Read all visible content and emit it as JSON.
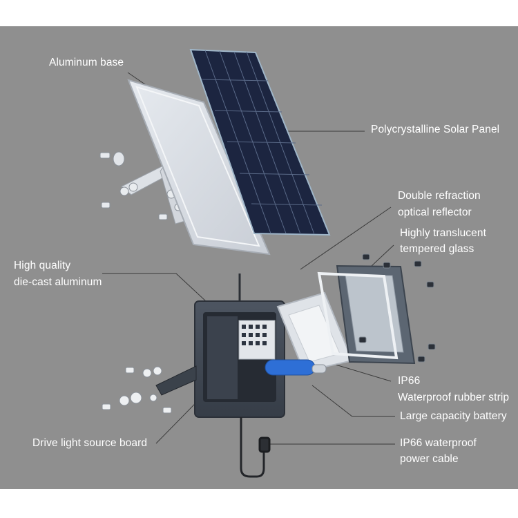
{
  "labels": {
    "aluminum_base": "Aluminum base",
    "solar_panel": "Polycrystalline Solar Panel",
    "reflector_l1": "Double refraction",
    "reflector_l2": "optical reflector",
    "glass_l1": "Highly translucent",
    "glass_l2": "tempered glass",
    "housing_l1": "High quality",
    "housing_l2": "die-cast aluminum",
    "rubber_l1": "IP66",
    "rubber_l2": "Waterproof rubber strip",
    "battery": "Large capacity battery",
    "drive_board": "Drive light source board",
    "cable_l1": "IP66 waterproof",
    "cable_l2": "power cable"
  },
  "colors": {
    "background": "#8f8f8f",
    "label_text": "#ffffff",
    "leader_line": "#3a3a3a",
    "solar_cell": "#1c2540",
    "housing": "#3f4752",
    "battery": "#2e6fd6"
  }
}
